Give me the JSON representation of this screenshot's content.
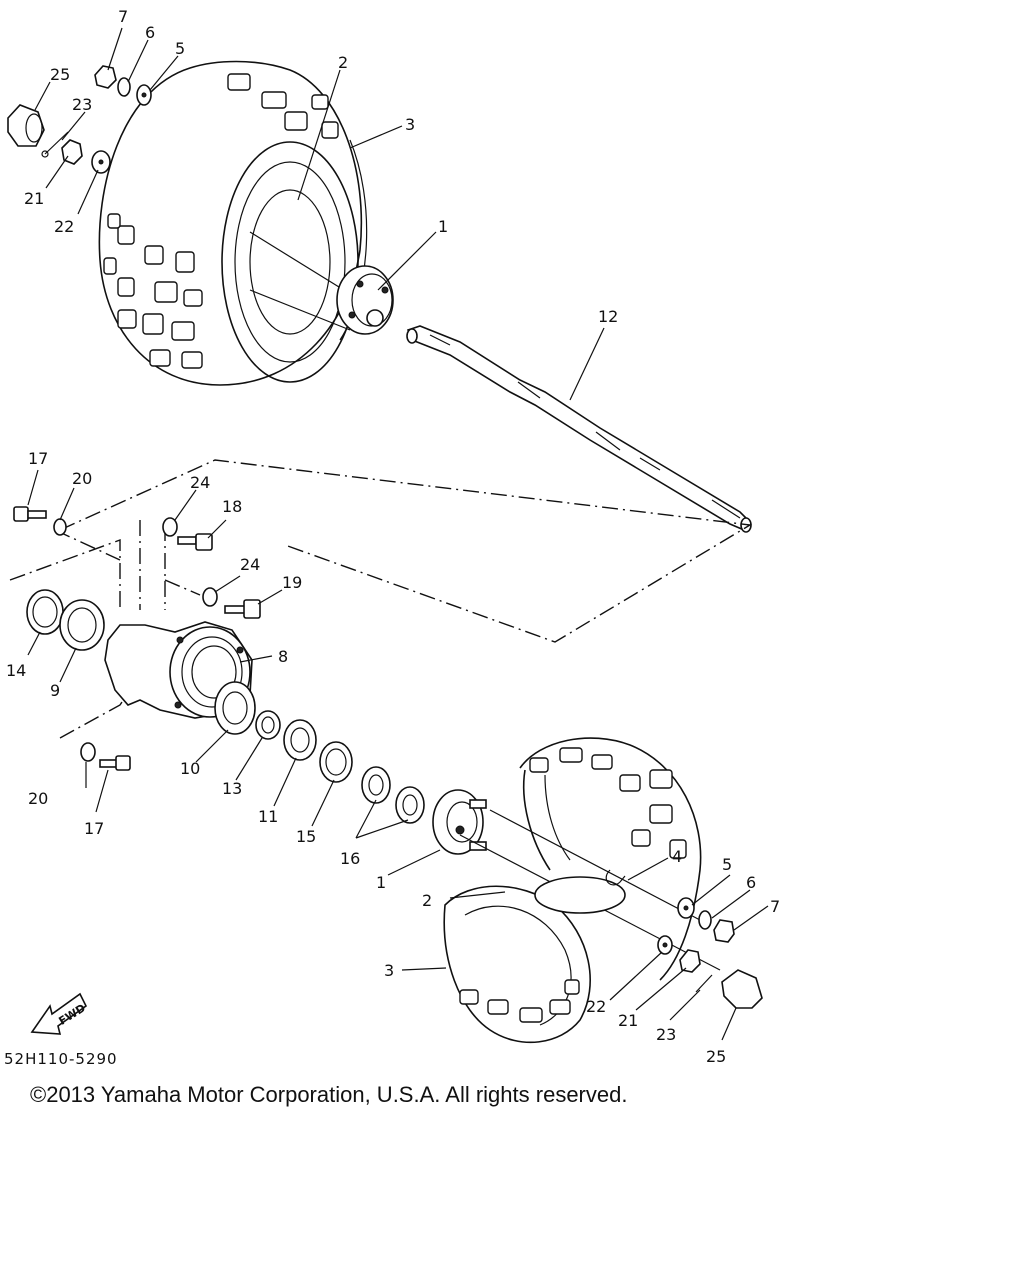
{
  "diagram": {
    "drawing_code": "52H110-5290",
    "fwd_label": "FWD",
    "callouts": {
      "upper": [
        {
          "id": "c7a",
          "label": "7"
        },
        {
          "id": "c6a",
          "label": "6"
        },
        {
          "id": "c5a",
          "label": "5"
        },
        {
          "id": "c25a",
          "label": "25"
        },
        {
          "id": "c23a",
          "label": "23"
        },
        {
          "id": "c21a",
          "label": "21"
        },
        {
          "id": "c22a",
          "label": "22"
        },
        {
          "id": "c2a",
          "label": "2"
        },
        {
          "id": "c3a",
          "label": "3"
        },
        {
          "id": "c1a",
          "label": "1"
        },
        {
          "id": "c12",
          "label": "12"
        }
      ],
      "middle": [
        {
          "id": "c17a",
          "label": "17"
        },
        {
          "id": "c20a",
          "label": "20"
        },
        {
          "id": "c24a",
          "label": "24"
        },
        {
          "id": "c18",
          "label": "18"
        },
        {
          "id": "c24b",
          "label": "24"
        },
        {
          "id": "c19",
          "label": "19"
        },
        {
          "id": "c14",
          "label": "14"
        },
        {
          "id": "c9",
          "label": "9"
        },
        {
          "id": "c8",
          "label": "8"
        },
        {
          "id": "c10",
          "label": "10"
        },
        {
          "id": "c13",
          "label": "13"
        },
        {
          "id": "c11",
          "label": "11"
        },
        {
          "id": "c15",
          "label": "15"
        },
        {
          "id": "c16",
          "label": "16"
        },
        {
          "id": "c20b",
          "label": "20"
        },
        {
          "id": "c17b",
          "label": "17"
        }
      ],
      "lower": [
        {
          "id": "c1b",
          "label": "1"
        },
        {
          "id": "c4",
          "label": "4"
        },
        {
          "id": "c5b",
          "label": "5"
        },
        {
          "id": "c6b",
          "label": "6"
        },
        {
          "id": "c7b",
          "label": "7"
        },
        {
          "id": "c2b",
          "label": "2"
        },
        {
          "id": "c3b",
          "label": "3"
        },
        {
          "id": "c22b",
          "label": "22"
        },
        {
          "id": "c21b",
          "label": "21"
        },
        {
          "id": "c23b",
          "label": "23"
        },
        {
          "id": "c25b",
          "label": "25"
        }
      ]
    }
  },
  "footer": {
    "copyright": "©2013 Yamaha Motor Corporation, U.S.A. All rights reserved."
  }
}
